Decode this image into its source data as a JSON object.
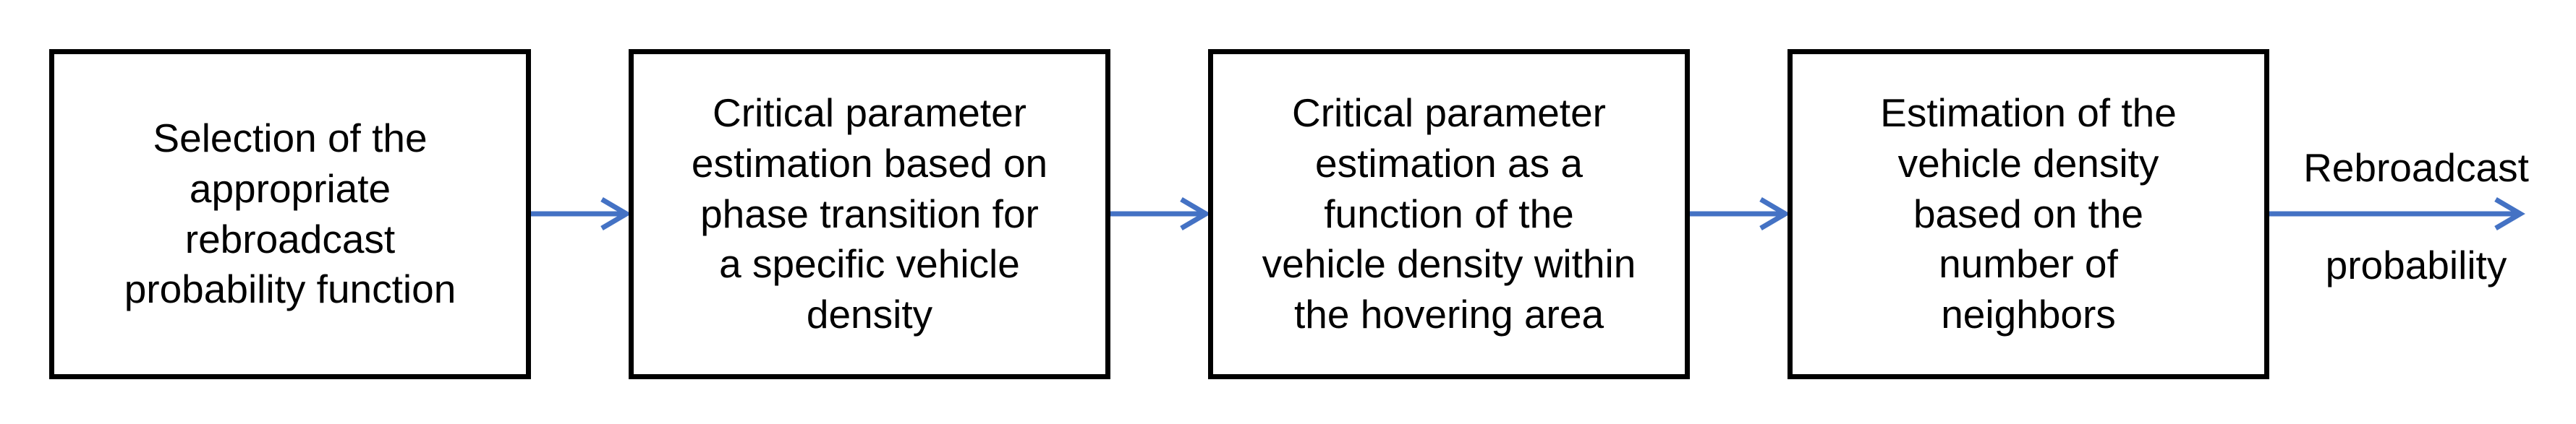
{
  "colors": {
    "arrow": "#4472C4",
    "box_border": "#000000",
    "text": "#000000",
    "background": "#FFFFFF"
  },
  "steps": [
    {
      "label": "Selection of the\nappropriate\nrebroadcast\nprobability function"
    },
    {
      "label": "Critical parameter\nestimation based on\nphase transition for\na specific vehicle\ndensity"
    },
    {
      "label": "Critical parameter\nestimation as a\nfunction of the\nvehicle density within\nthe hovering area"
    },
    {
      "label": "Estimation of the\nvehicle density\nbased on the\nnumber of\nneighbors"
    }
  ],
  "output": {
    "line1": "Rebroadcast",
    "line2": "probability"
  }
}
